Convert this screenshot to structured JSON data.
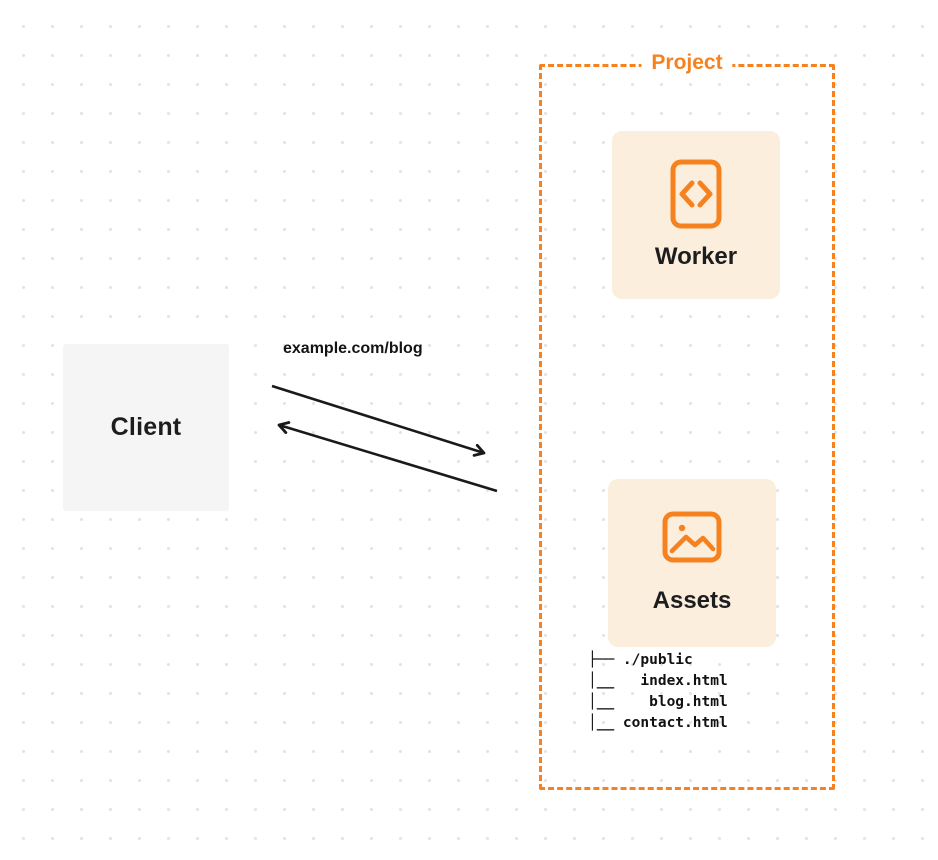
{
  "diagram": {
    "client": {
      "label": "Client"
    },
    "request": {
      "url_label": "example.com/blog"
    },
    "project": {
      "title": "Project",
      "worker": {
        "label": "Worker",
        "icon": "code-brackets-icon"
      },
      "assets": {
        "label": "Assets",
        "icon": "image-icon",
        "file_tree": [
          "├── ./public",
          "│__   index.html",
          "│__    blog.html",
          "│__ contact.html"
        ]
      }
    },
    "colors": {
      "accent_orange": "#F6821F",
      "card_background": "#FCEEDD",
      "client_background": "#F5F5F6",
      "arrow_black": "#1A1A1A",
      "text_dark": "#1D1D1F"
    }
  }
}
